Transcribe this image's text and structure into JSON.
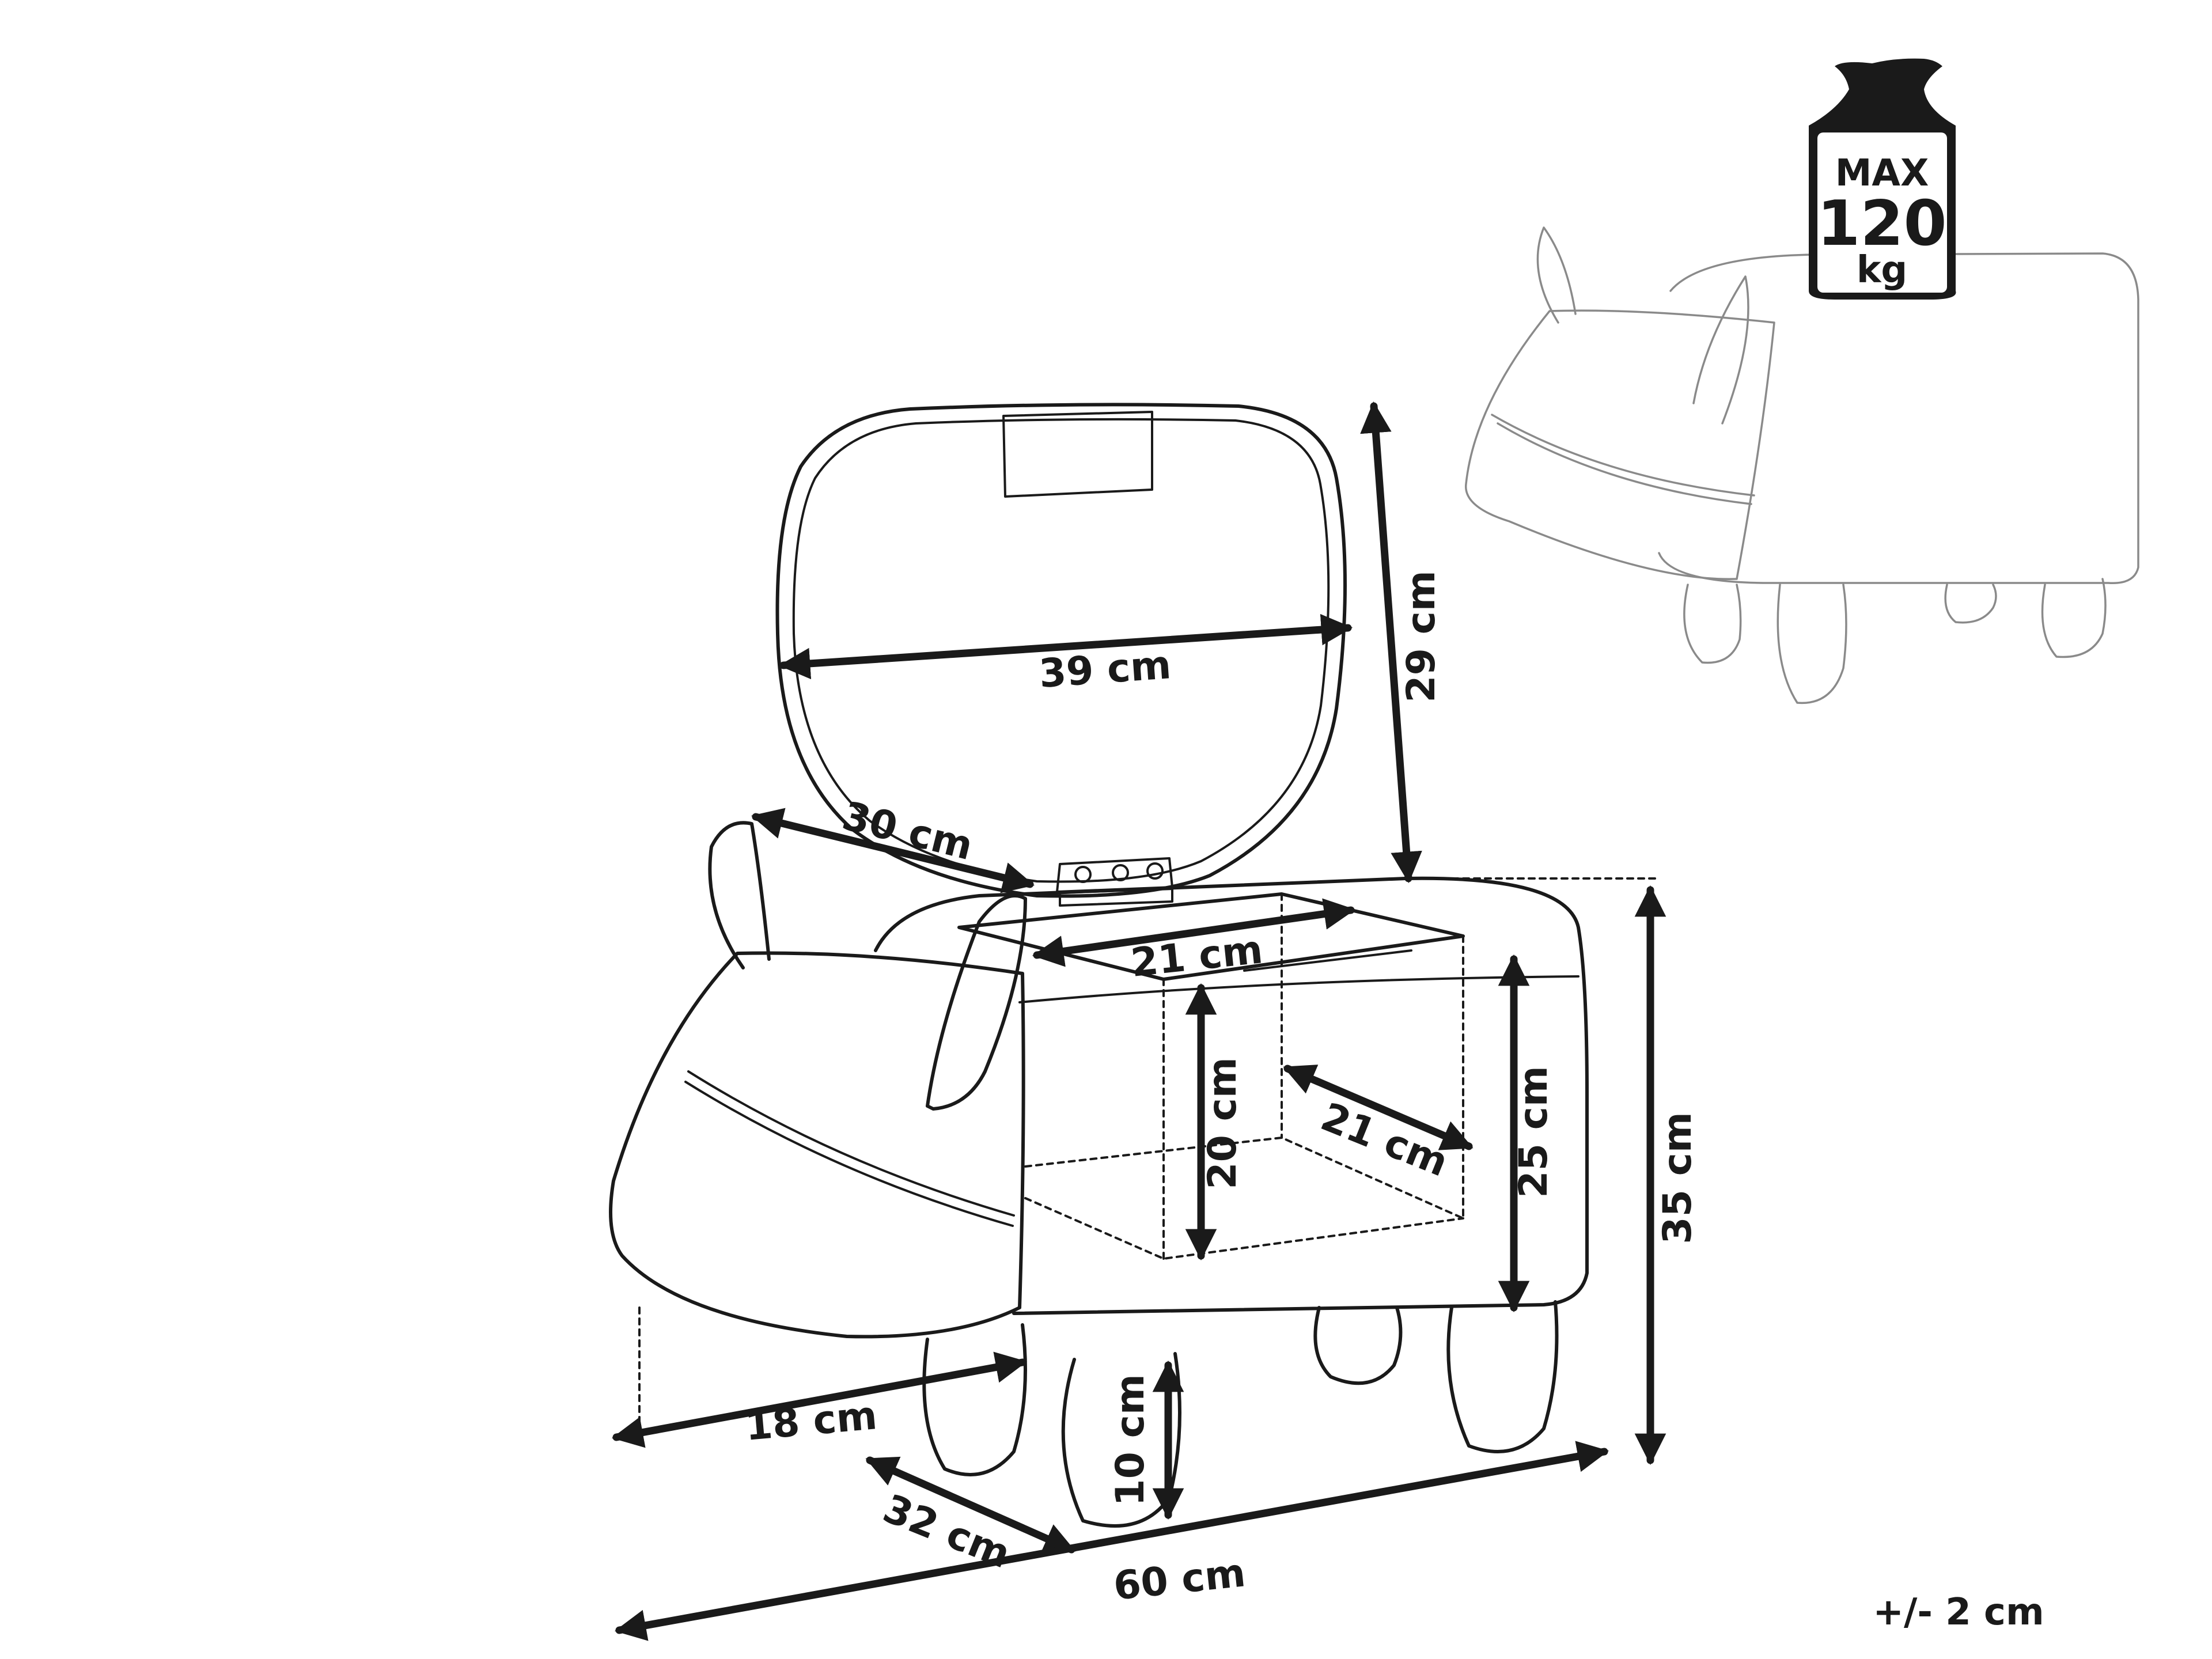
{
  "dimensions": {
    "lid_width": "39 cm",
    "lid_depth": "29 cm",
    "lid_diagonal": "30 cm",
    "storage_width": "21 cm",
    "storage_depth": "21 cm",
    "storage_height": "20 cm",
    "body_height": "25 cm",
    "total_height": "35 cm",
    "head_depth": "18 cm",
    "leg_height": "10 cm",
    "total_depth": "32 cm",
    "total_length": "60 cm"
  },
  "tolerance": "+/- 2 cm",
  "weight_badge": {
    "line1": "MAX",
    "line2": "120",
    "line3": "kg"
  },
  "colors": {
    "ink": "#1a1a1a",
    "preview": "#8a8a8a",
    "background": "#ffffff"
  }
}
